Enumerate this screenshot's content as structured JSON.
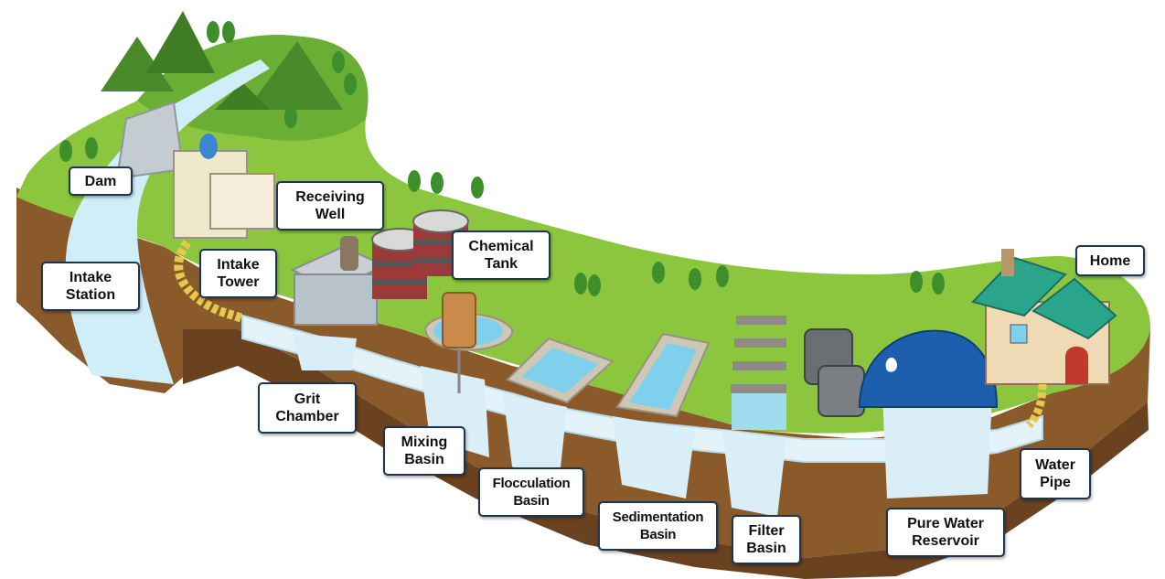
{
  "labels": {
    "dam": [
      "Dam"
    ],
    "intake_station": [
      "Intake",
      "Station"
    ],
    "intake_tower": [
      "Intake",
      "Tower"
    ],
    "receiving_well": [
      "Receiving",
      "Well"
    ],
    "chemical_tank": [
      "Chemical",
      "Tank"
    ],
    "grit_chamber": [
      "Grit",
      "Chamber"
    ],
    "mixing_basin": [
      "Mixing",
      "Basin"
    ],
    "flocculation_basin": [
      "Flocculation",
      "Basin"
    ],
    "sedimentation_basin": [
      "Sedimentation",
      "Basin"
    ],
    "filter_basin": [
      "Filter",
      "Basin"
    ],
    "pure_water_reservoir": [
      "Pure Water",
      "Reservoir"
    ],
    "water_pipe": [
      "Water",
      "Pipe"
    ],
    "home": [
      "Home"
    ]
  },
  "colors": {
    "grass": "#8cc63f",
    "grass_dark": "#5a9a2a",
    "soil": "#8b5a2b",
    "soil_dark": "#6b4220",
    "water": "#cfeef7",
    "water_deep": "#7fd0ec",
    "label_border": "#1e3550",
    "pipe": "#e8c84a",
    "reservoir_dome": "#1d5fae",
    "roof": "#2aa58c"
  }
}
